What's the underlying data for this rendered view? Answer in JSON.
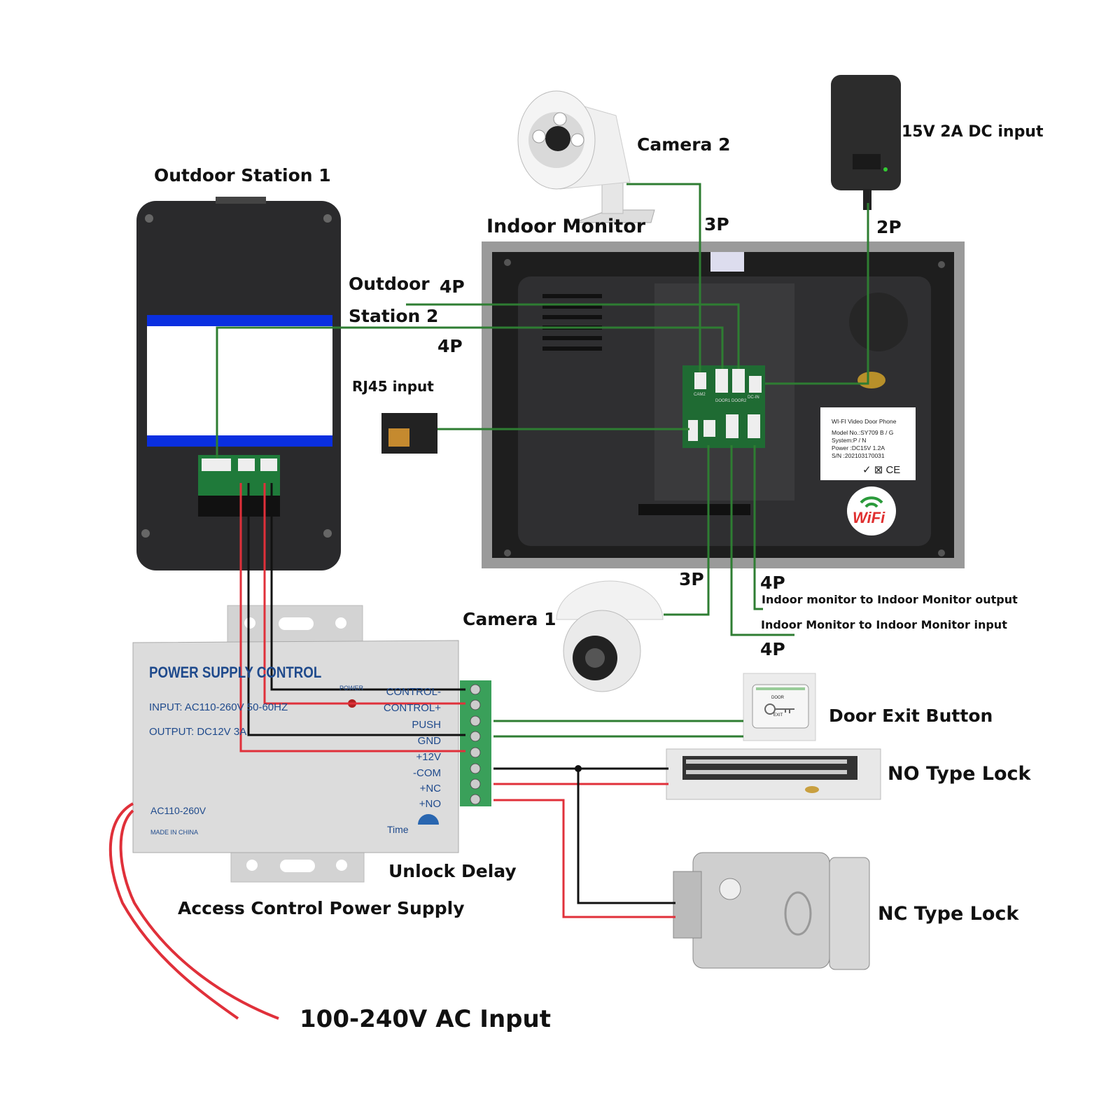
{
  "labels": {
    "outdoor_station_1": "Outdoor Station 1",
    "camera_2": "Camera 2",
    "indoor_monitor": "Indoor Monitor",
    "dc_input": "15V 2A DC input",
    "p3_top": "3P",
    "p2": "2P",
    "outdoor": "Outdoor",
    "station_2": "Station 2",
    "p4_a": "4P",
    "p4_b": "4P",
    "rj45": "RJ45  input",
    "p3_bottom": "3P",
    "p4_c": "4P",
    "p4_d": "4P",
    "camera_1": "Camera 1",
    "im_output": "Indoor monitor to Indoor Monitor output",
    "im_input": "Indoor Monitor to Indoor Monitor input",
    "door_exit": "Door Exit Button",
    "no_lock": "NO Type Lock",
    "nc_lock": "NC Type Lock",
    "unlock_delay": "Unlock Delay",
    "access_control": "Access Control Power Supply",
    "ac_input": "100-240V  AC Input"
  },
  "power_supply": {
    "title": "POWER SUPPLY CONTROL",
    "input": "INPUT: AC110-260V 50-60HZ",
    "output": "OUTPUT:  DC12V  3A",
    "ac": "AC110-260V",
    "made": "MADE IN CHINA",
    "power": "POWER",
    "time": "Time",
    "terminals": [
      "CONTROL-",
      "CONTROL+",
      "PUSH",
      "GND",
      "+12V",
      "-COM",
      "+NC",
      "+NO"
    ]
  },
  "monitor_label": {
    "title": "WI-FI Video Door Phone",
    "model": "Model No.:SY709 B / G",
    "system": "System:P / N",
    "power": "Power :DC15V  1.2A",
    "sn": "S/N :202103170031",
    "marks": "✓ ⊠ CE",
    "wifi": "WiFi"
  },
  "board_ports": [
    "CAM2",
    "DOOR1",
    "DOOR2",
    "DC-IN"
  ],
  "exit_button": {
    "top": "DOOR",
    "bottom": "EXIT"
  },
  "colors": {
    "wire_green": "#2e7d32",
    "wire_red": "#e0303a",
    "wire_black": "#111111",
    "ps_text": "#1f4a8c",
    "blue_stripe": "#0a2fe0"
  }
}
